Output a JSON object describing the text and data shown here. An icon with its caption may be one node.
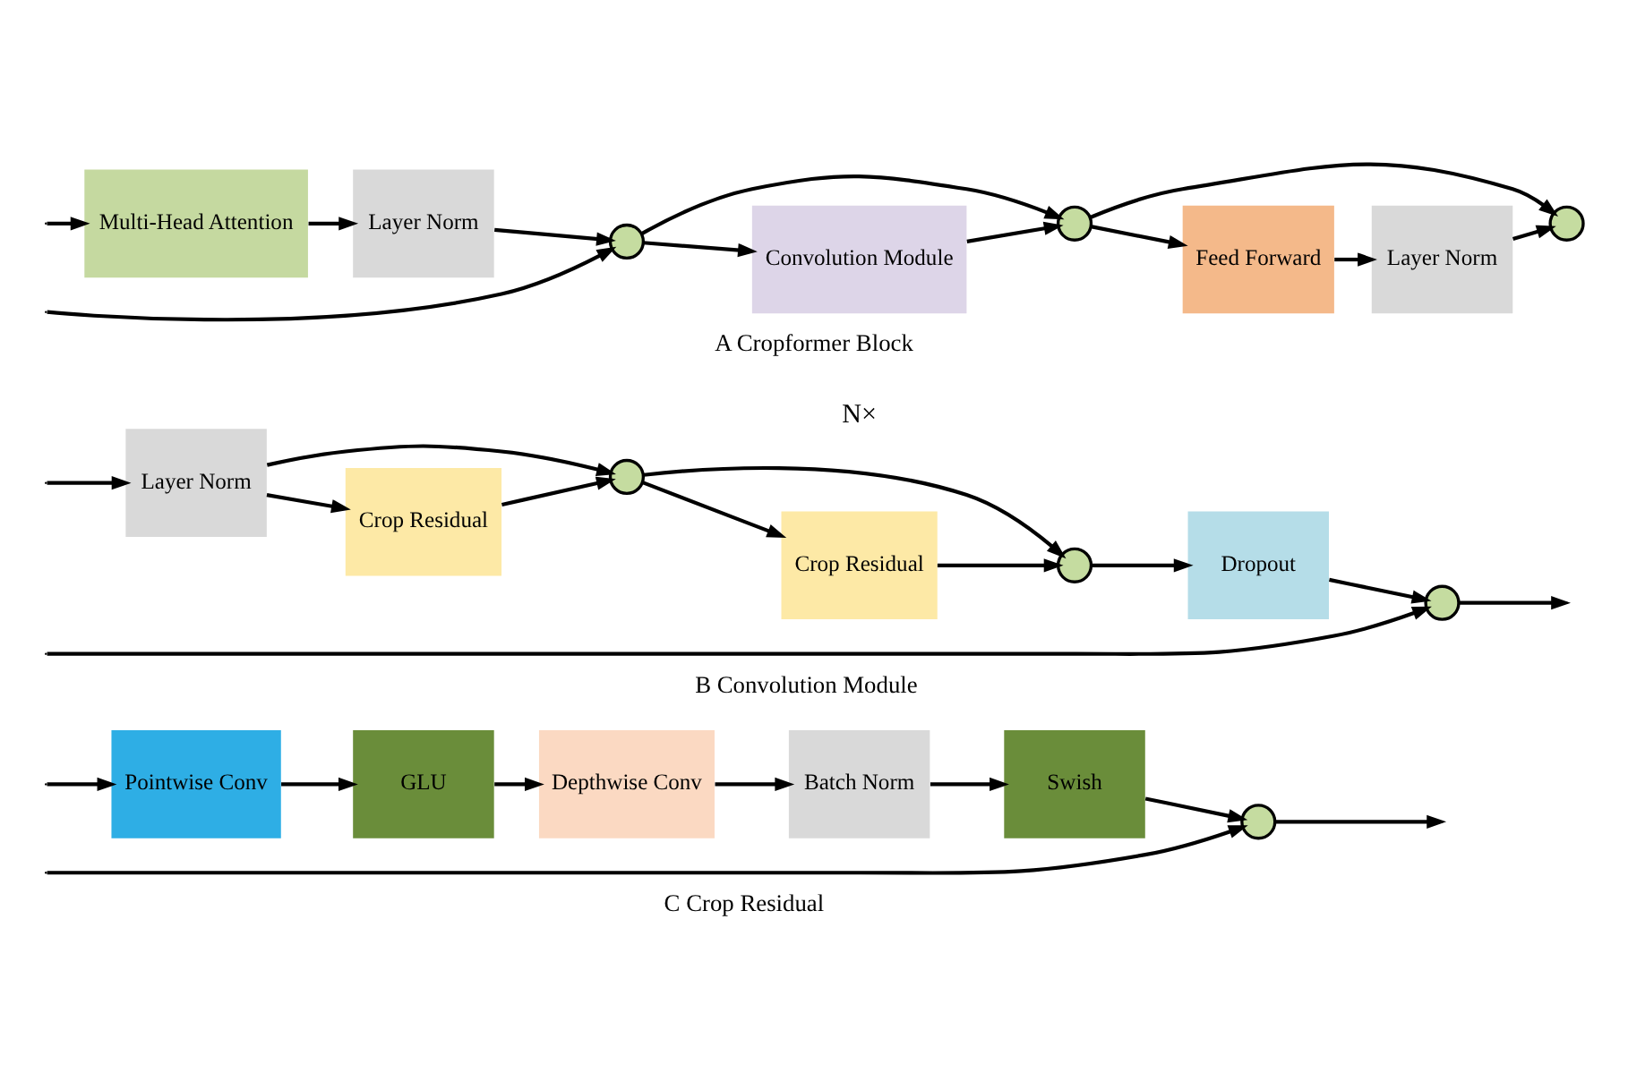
{
  "diagram": {
    "nodes": [
      {
        "text": [
          "Multi-Head Attention"
        ]
      },
      {
        "text": [
          "Layer Norm"
        ]
      },
      {
        "text": [],
        "shape": "circle"
      },
      {
        "text": [
          "Convolution Module"
        ]
      },
      {
        "text": [],
        "shape": "circle"
      },
      {
        "text": [
          "Feed Forward"
        ]
      },
      {
        "text": [
          "Layer Norm"
        ]
      },
      {
        "text": [],
        "shape": "circle"
      },
      {
        "text": [
          "Layer Norm"
        ]
      },
      {
        "text": [
          "Crop Residual"
        ]
      },
      {
        "text": [],
        "shape": "circle"
      },
      {
        "text": [
          "Crop Residual"
        ]
      },
      {
        "text": [],
        "shape": "circle"
      },
      {
        "text": [
          "Dropout"
        ]
      },
      {
        "text": [],
        "shape": "circle"
      },
      {
        "text": [
          "Pointwise Conv"
        ]
      },
      {
        "text": [
          "GLU"
        ]
      },
      {
        "text": [
          "Depthwise Conv"
        ]
      },
      {
        "text": [
          "Batch Norm"
        ]
      },
      {
        "text": [
          "Swish"
        ]
      },
      {
        "text": [],
        "shape": "circle"
      }
    ],
    "edges": [
      {
        "from": null,
        "to": 0,
        "arrow": "to"
      },
      {
        "from": 0,
        "to": 1,
        "arrow": "to"
      },
      {
        "from": 1,
        "to": 2,
        "arrow": "to"
      },
      {
        "from": 2,
        "to": 3,
        "arrow": "to"
      },
      {
        "from": 3,
        "to": 4,
        "arrow": "to"
      },
      {
        "from": 4,
        "to": 5,
        "arrow": "to"
      },
      {
        "from": 5,
        "to": 6,
        "arrow": "to"
      },
      {
        "from": 6,
        "to": 7,
        "arrow": "to"
      },
      {
        "from": null,
        "to": 2,
        "arrow": "to"
      },
      {
        "from": 2,
        "to": 4,
        "arrow": "to"
      },
      {
        "from": 4,
        "to": 7,
        "arrow": "to"
      },
      {
        "from": null,
        "to": 8,
        "arrow": "to"
      },
      {
        "from": 8,
        "to": 9,
        "arrow": "to"
      },
      {
        "from": 9,
        "to": 10,
        "arrow": "to"
      },
      {
        "from": 10,
        "to": 11,
        "arrow": "to"
      },
      {
        "from": 11,
        "to": 12,
        "arrow": "to"
      },
      {
        "from": 12,
        "to": 13,
        "arrow": "to"
      },
      {
        "from": 13,
        "to": 14,
        "arrow": "to"
      },
      {
        "from": null,
        "to": 14,
        "arrow": "to"
      },
      {
        "from": 14,
        "to": null,
        "arrow": "to"
      },
      {
        "from": 8,
        "to": 10,
        "arrow": "to"
      },
      {
        "from": 10,
        "to": 12,
        "arrow": "to"
      },
      {
        "from": null,
        "to": 15,
        "arrow": "to"
      },
      {
        "from": 15,
        "to": 16,
        "arrow": "to"
      },
      {
        "from": 16,
        "to": 17,
        "arrow": "to"
      },
      {
        "from": 17,
        "to": 18,
        "arrow": "to"
      },
      {
        "from": 18,
        "to": 19,
        "arrow": "to"
      },
      {
        "from": 19,
        "to": 20,
        "arrow": "to"
      },
      {
        "from": null,
        "to": 20,
        "arrow": "to"
      },
      {
        "from": 20,
        "to": null,
        "arrow": "to"
      }
    ],
    "labels": [
      "A Cropformer Block",
      "N×",
      "B Convolution Module",
      "C Crop Residual"
    ]
  }
}
